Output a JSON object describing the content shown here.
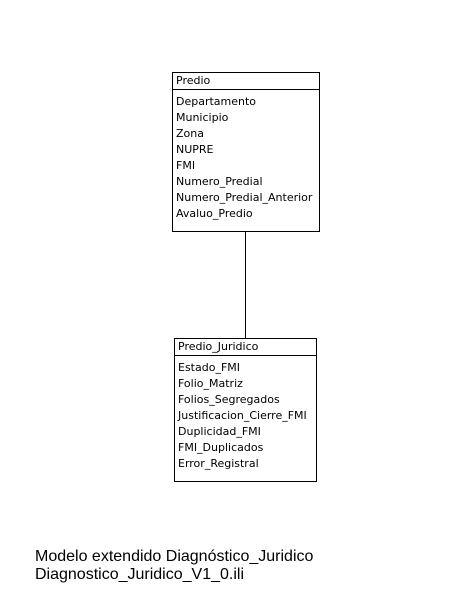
{
  "entities": {
    "predio": {
      "name": "Predio",
      "attributes": [
        "Departamento",
        "Municipio",
        "Zona",
        "NUPRE",
        "FMI",
        "Numero_Predial",
        "Numero_Predial_Anterior",
        "Avaluo_Predio"
      ]
    },
    "predio_juridico": {
      "name": "Predio_Juridico",
      "attributes": [
        "Estado_FMI",
        "Folio_Matriz",
        "Folios_Segregados",
        "Justificacion_Cierre_FMI",
        "Duplicidad_FMI",
        "FMI_Duplicados",
        "Error_Registral"
      ]
    }
  },
  "caption": {
    "line1": "Modelo extendido Diagnóstico_Juridico",
    "line2": "Diagnostico_Juridico_V1_0.ili"
  }
}
